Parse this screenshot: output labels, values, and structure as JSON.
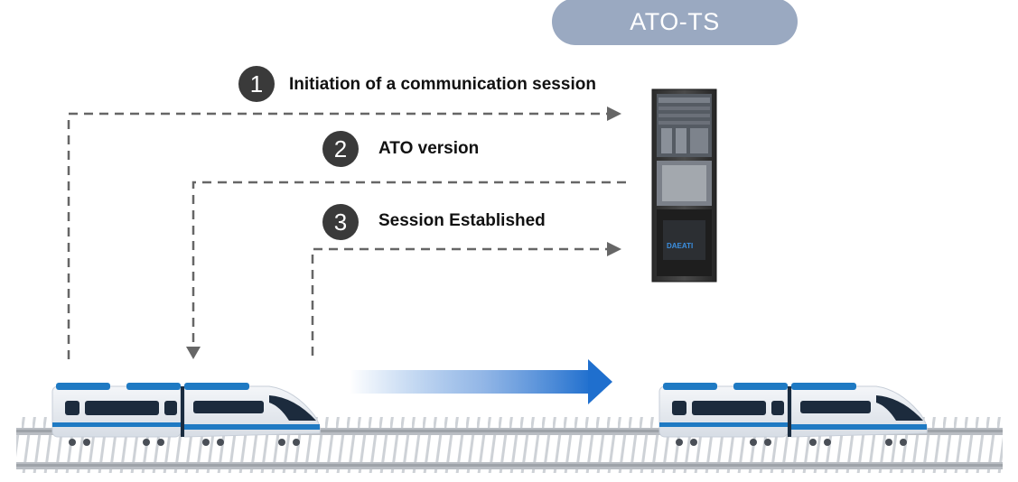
{
  "header": {
    "title": "ATO-TS"
  },
  "steps": [
    {
      "number": "1",
      "label": "Initiation of a communication session"
    },
    {
      "number": "2",
      "label": "ATO version"
    },
    {
      "number": "3",
      "label": "Session Established"
    }
  ],
  "server": {
    "brand": "DAEATI"
  },
  "icons": [
    "server-rack-icon",
    "train-icon",
    "direction-arrow-icon"
  ],
  "colors": {
    "pill": "#9aa9c1",
    "arrow": "#1f6fce",
    "train_stripe": "#1f7ac3",
    "dash": "#666666"
  }
}
